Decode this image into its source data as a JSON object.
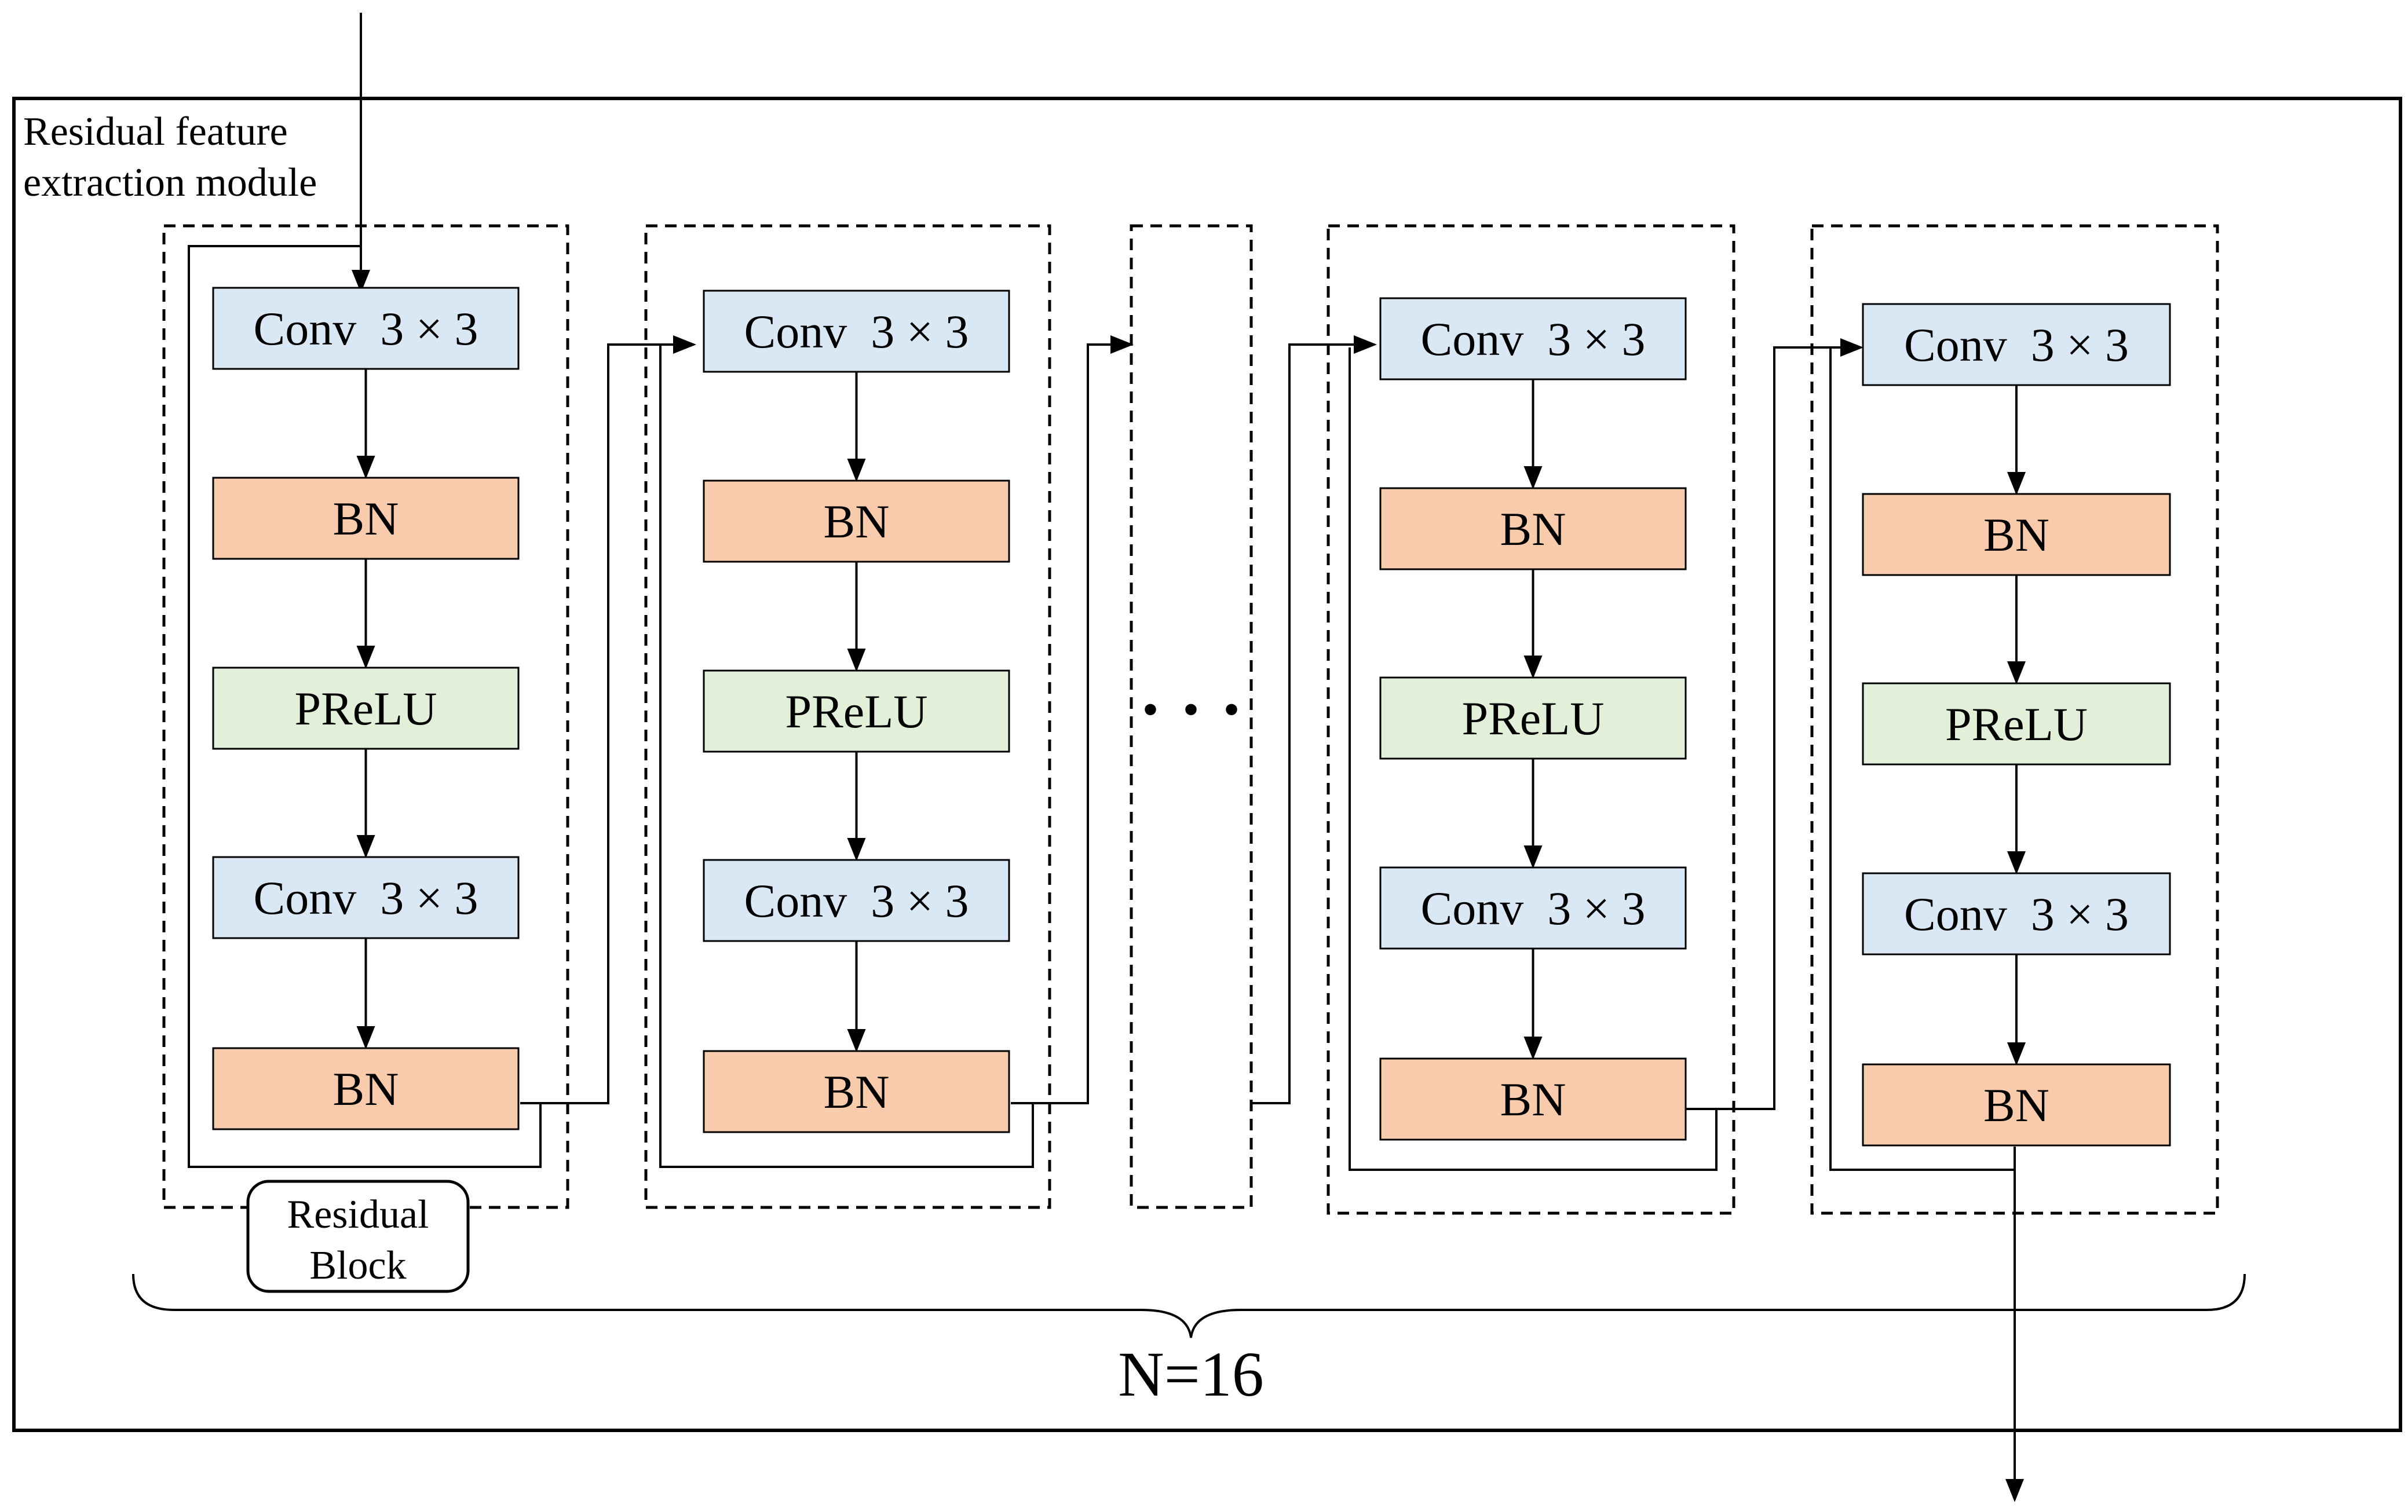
{
  "module_title_line1": "Residual feature",
  "module_title_line2": "extraction module",
  "residual_block_label_line1": "Residual",
  "residual_block_label_line2": "Block",
  "ellipsis": "· · ·",
  "repeat_label": "N=16",
  "colors": {
    "conv": "#dae8f5",
    "bn": "#f8cbad",
    "prelu": "#e2f0d9",
    "stroke": "#000000"
  },
  "blocks": [
    {
      "layers": [
        {
          "type": "conv",
          "label": "Conv  3 × 3"
        },
        {
          "type": "bn",
          "label": "BN"
        },
        {
          "type": "prelu",
          "label": "PReLU"
        },
        {
          "type": "conv",
          "label": "Conv  3 × 3"
        },
        {
          "type": "bn",
          "label": "BN"
        }
      ]
    },
    {
      "layers": [
        {
          "type": "conv",
          "label": "Conv  3 × 3"
        },
        {
          "type": "bn",
          "label": "BN"
        },
        {
          "type": "prelu",
          "label": "PReLU"
        },
        {
          "type": "conv",
          "label": "Conv  3 × 3"
        },
        {
          "type": "bn",
          "label": "BN"
        }
      ]
    },
    {
      "layers": [
        {
          "type": "conv",
          "label": "Conv  3 × 3"
        },
        {
          "type": "bn",
          "label": "BN"
        },
        {
          "type": "prelu",
          "label": "PReLU"
        },
        {
          "type": "conv",
          "label": "Conv  3 × 3"
        },
        {
          "type": "bn",
          "label": "BN"
        }
      ]
    },
    {
      "layers": [
        {
          "type": "conv",
          "label": "Conv  3 × 3"
        },
        {
          "type": "bn",
          "label": "BN"
        },
        {
          "type": "prelu",
          "label": "PReLU"
        },
        {
          "type": "conv",
          "label": "Conv  3 × 3"
        },
        {
          "type": "bn",
          "label": "BN"
        }
      ]
    }
  ]
}
